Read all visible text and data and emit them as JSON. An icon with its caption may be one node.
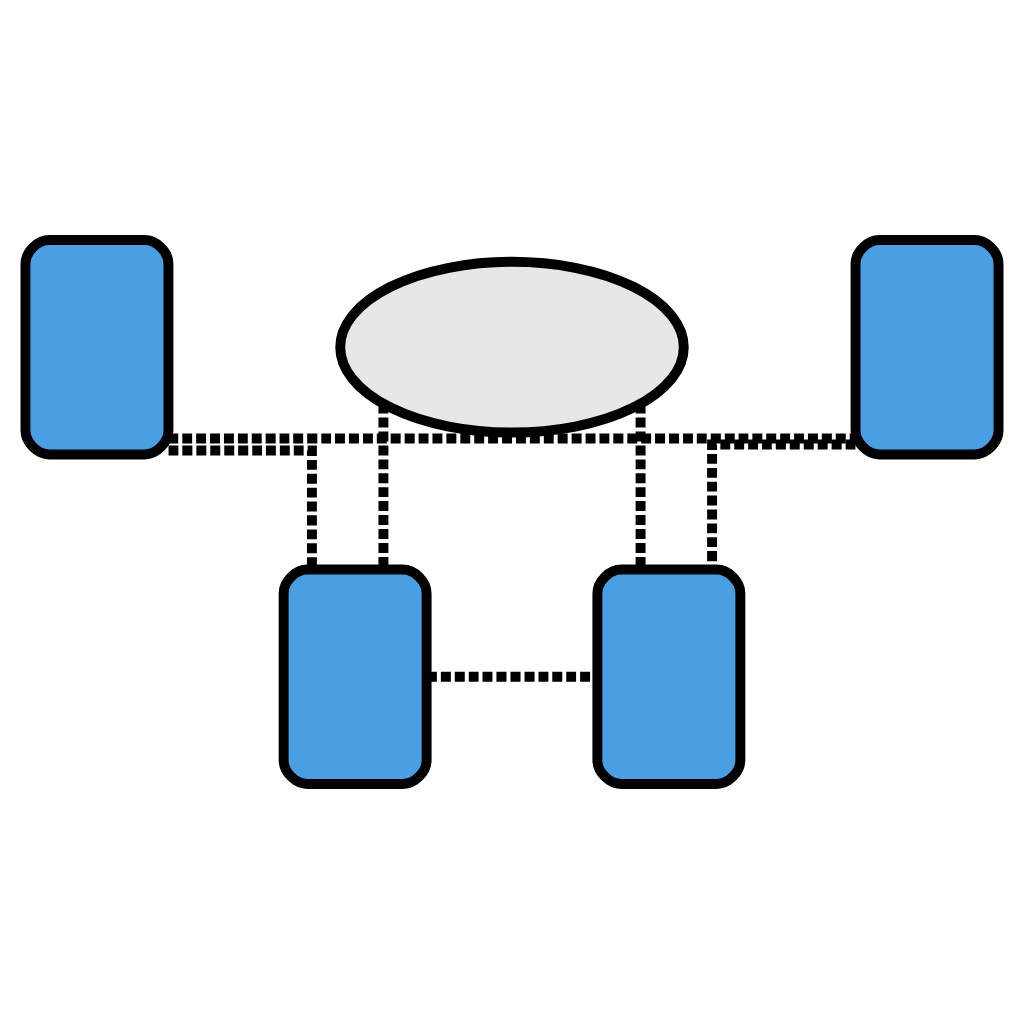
{
  "diagram": {
    "nodes": [
      {
        "text": [],
        "shape": "box"
      },
      {
        "text": [],
        "shape": "box"
      },
      {
        "text": [],
        "shape": "cloud"
      },
      {
        "text": [],
        "shape": "box"
      },
      {
        "text": [],
        "shape": "box"
      }
    ],
    "edges": [
      {
        "from": 0,
        "to": 1,
        "arrow": "none",
        "style": "dashed"
      },
      {
        "from": 0,
        "to": 3,
        "arrow": "none",
        "style": "dashed"
      },
      {
        "from": 1,
        "to": 4,
        "arrow": "none",
        "style": "dashed"
      },
      {
        "from": 3,
        "to": 4,
        "arrow": "none",
        "style": "dashed"
      },
      {
        "from": 2,
        "to": 3,
        "arrow": "none",
        "style": "dashed"
      },
      {
        "from": 2,
        "to": 4,
        "arrow": "none",
        "style": "dashed"
      }
    ]
  }
}
